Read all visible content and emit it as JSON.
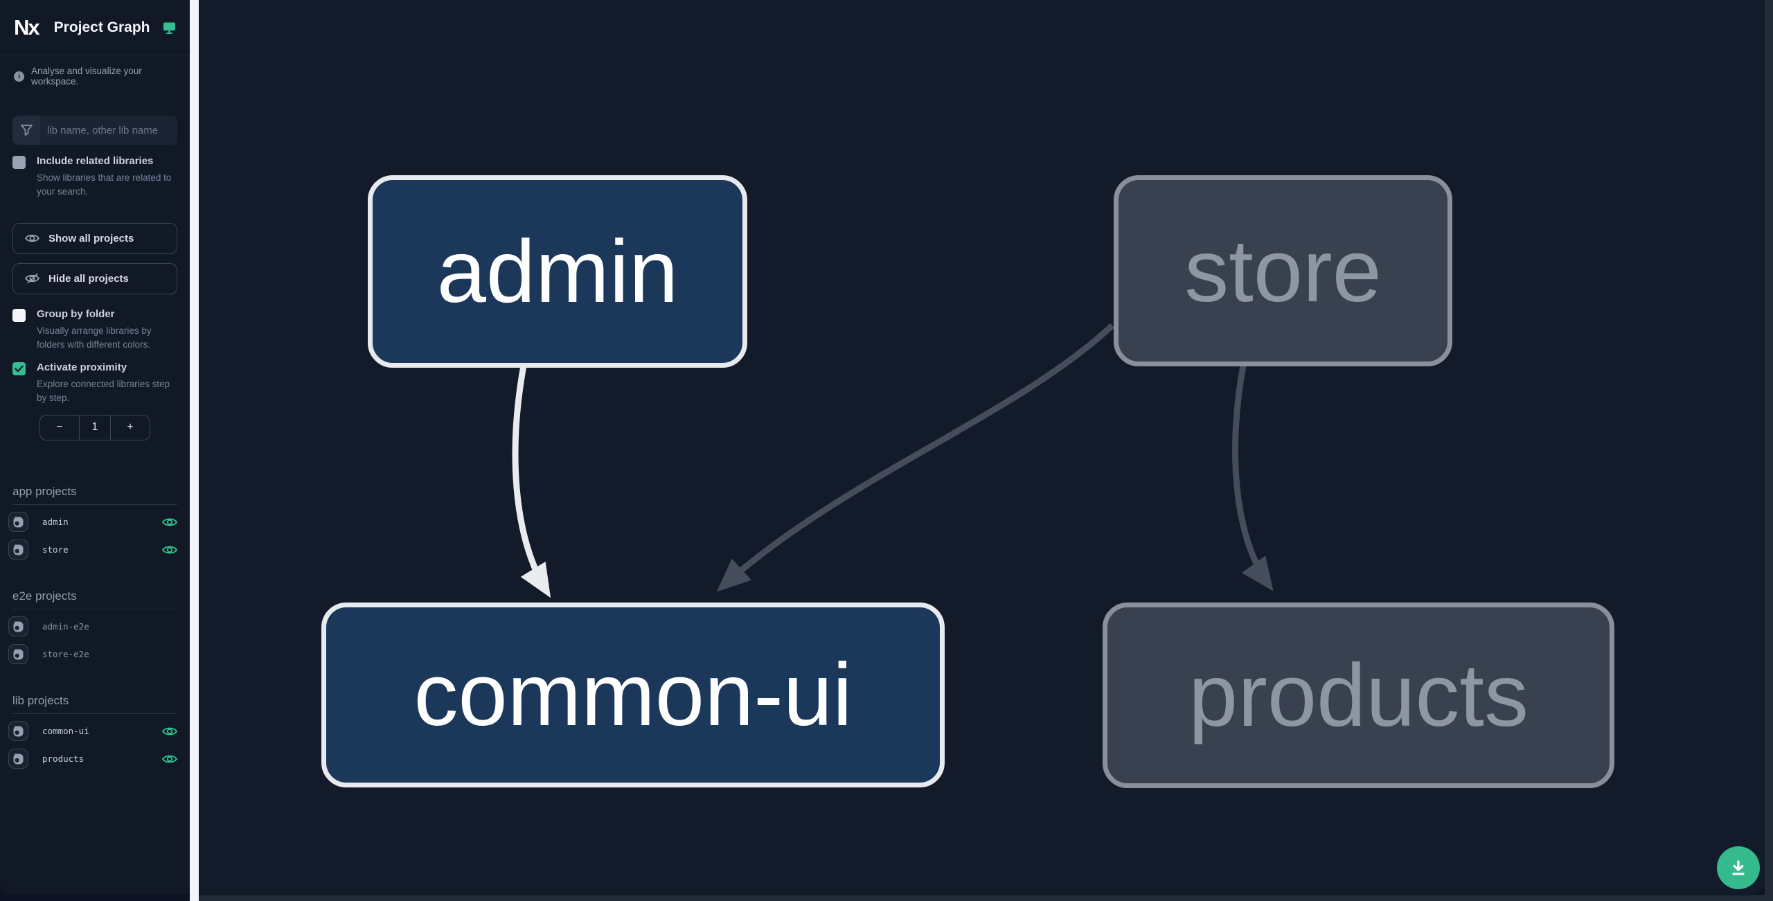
{
  "header": {
    "logo_text": "Nx",
    "title": "Project Graph"
  },
  "sidebar": {
    "tagline": "Analyse and visualize your workspace.",
    "search": {
      "placeholder": "lib name, other lib name"
    },
    "include_related": {
      "label": "Include related libraries",
      "description": "Show libraries that are related to your search.",
      "checked": false
    },
    "show_all_label": "Show all projects",
    "hide_all_label": "Hide all projects",
    "group_by_folder": {
      "label": "Group by folder",
      "description": "Visually arrange libraries by folders with different colors.",
      "checked": false
    },
    "activate_proximity": {
      "label": "Activate proximity",
      "description": "Explore connected libraries step by step.",
      "checked": true
    },
    "proximity_stepper": {
      "decrement": "−",
      "value": "1",
      "increment": "+"
    },
    "sections": [
      {
        "title": "app projects",
        "items": [
          {
            "name": "admin",
            "visible": true
          },
          {
            "name": "store",
            "visible": true
          }
        ]
      },
      {
        "title": "e2e projects",
        "items": [
          {
            "name": "admin-e2e",
            "visible": false
          },
          {
            "name": "store-e2e",
            "visible": false
          }
        ]
      },
      {
        "title": "lib projects",
        "items": [
          {
            "name": "common-ui",
            "visible": true
          },
          {
            "name": "products",
            "visible": true
          }
        ]
      }
    ]
  },
  "graph": {
    "nodes": [
      {
        "label": "admin",
        "state": "focused"
      },
      {
        "label": "store",
        "state": "faded"
      },
      {
        "label": "common-ui",
        "state": "focused"
      },
      {
        "label": "products",
        "state": "faded"
      }
    ],
    "edges": [
      {
        "from": "admin",
        "to": "common-ui",
        "style": "highlighted"
      },
      {
        "from": "store",
        "to": "common-ui",
        "style": "faded"
      },
      {
        "from": "store",
        "to": "products",
        "style": "faded"
      }
    ]
  },
  "fab": {
    "icon": "download-icon"
  },
  "colors": {
    "accent_teal": "#36bd90",
    "focused_node_fill": "#1b385b",
    "focused_node_border": "#e8eaee",
    "faded_node_fill": "#394050",
    "faded_node_border": "#8a909b",
    "canvas_bg": "#131a29",
    "sidebar_bg": "#111826",
    "divider": "#f1f5f9",
    "edge_highlight": "#e9ebee",
    "edge_faded": "#454c5b"
  }
}
